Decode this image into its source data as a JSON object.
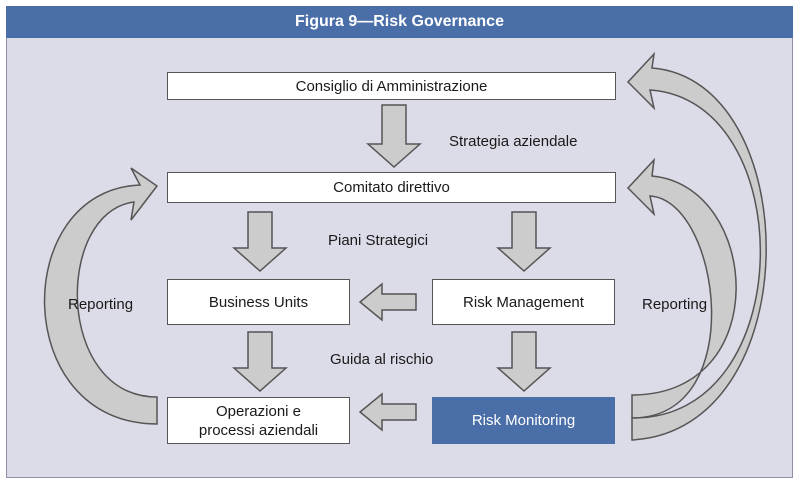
{
  "title": "Figura 9—Risk Governance",
  "boxes": {
    "board": "Consiglio di Amministrazione",
    "committee": "Comitato direttivo",
    "business_units": "Business Units",
    "risk_management": "Risk Management",
    "operations": "Operazioni e\nprocessi aziendali",
    "risk_monitoring": "Risk Monitoring"
  },
  "labels": {
    "strategy": "Strategia aziendale",
    "plans": "Piani Strategici",
    "risk_guide": "Guida al rischio",
    "reporting_left": "Reporting",
    "reporting_right": "Reporting"
  },
  "colors": {
    "accent": "#4a6ea8",
    "background": "#dcdbe8",
    "arrow_fill": "#cccccc"
  }
}
